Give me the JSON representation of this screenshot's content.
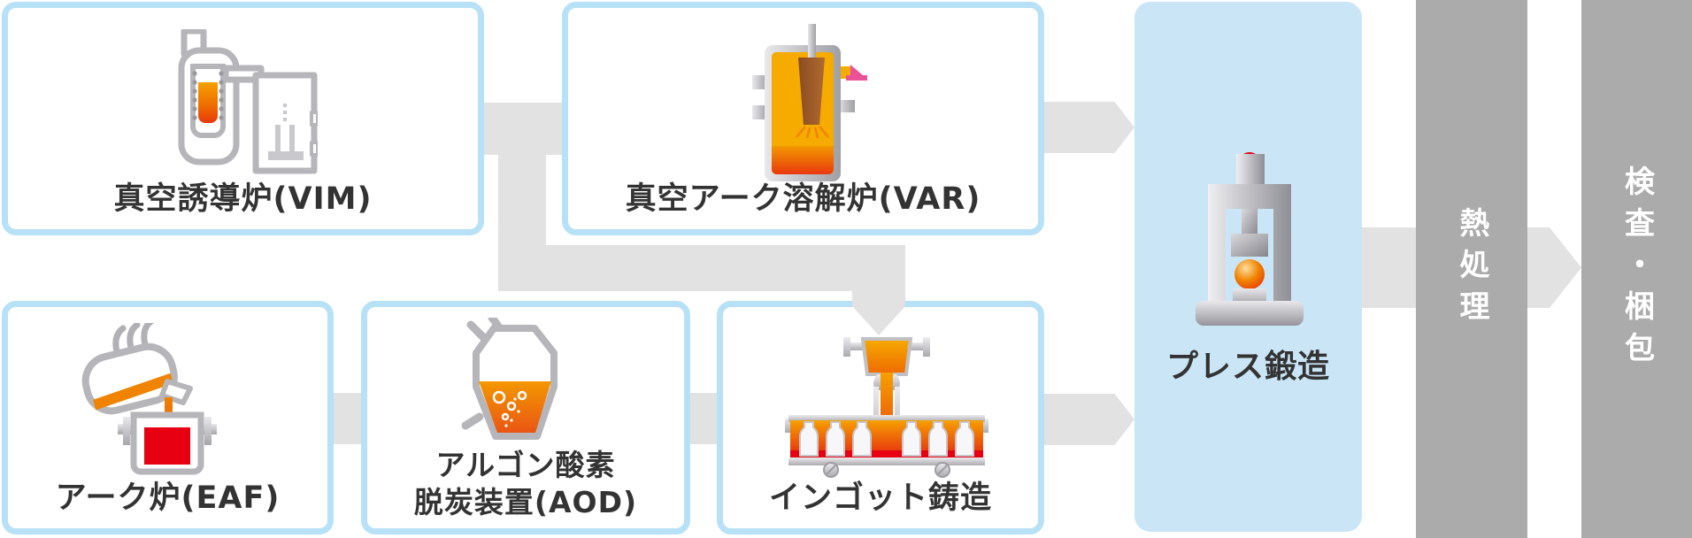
{
  "diagram": {
    "title_note": "steel manufacturing process flow",
    "cards": {
      "vim": {
        "label": "真空誘導炉(VIM)",
        "icon": "vim-furnace-icon"
      },
      "var": {
        "label": "真空アーク溶解炉(VAR)",
        "icon": "var-furnace-icon"
      },
      "eaf": {
        "label": "アーク炉(EAF)",
        "icon": "eaf-furnace-icon"
      },
      "aod": {
        "label_line1": "アルゴン酸素",
        "label_line2": "脱炭装置(AOD)",
        "icon": "aod-vessel-icon"
      },
      "ingot": {
        "label": "インゴット鋳造",
        "icon": "ingot-casting-icon"
      },
      "press": {
        "label": "プレス鍛造",
        "icon": "press-forging-icon"
      }
    },
    "bars": {
      "heat": {
        "label": "熱処理"
      },
      "inspect": {
        "label": "検査・梱包"
      }
    },
    "icons": [
      "vim-furnace-icon",
      "var-furnace-icon",
      "eaf-furnace-icon",
      "aod-vessel-icon",
      "ingot-casting-icon",
      "press-forging-icon",
      "flow-arrow-icon"
    ],
    "colors": {
      "card_border": "#b7e1f6",
      "card_bg": "#ffffff",
      "press_bg": "#c9e5f6",
      "connector": "#e2e2e3",
      "bar_bg": "#ababab",
      "bar_text": "#ffffff",
      "label_text": "#333333",
      "melt_orange": "#f08300",
      "melt_red": "#e60012",
      "metal_gray": "#b6b6ba",
      "var_yellow": "#f6ab00",
      "accent_pink": "#ea5298"
    }
  }
}
